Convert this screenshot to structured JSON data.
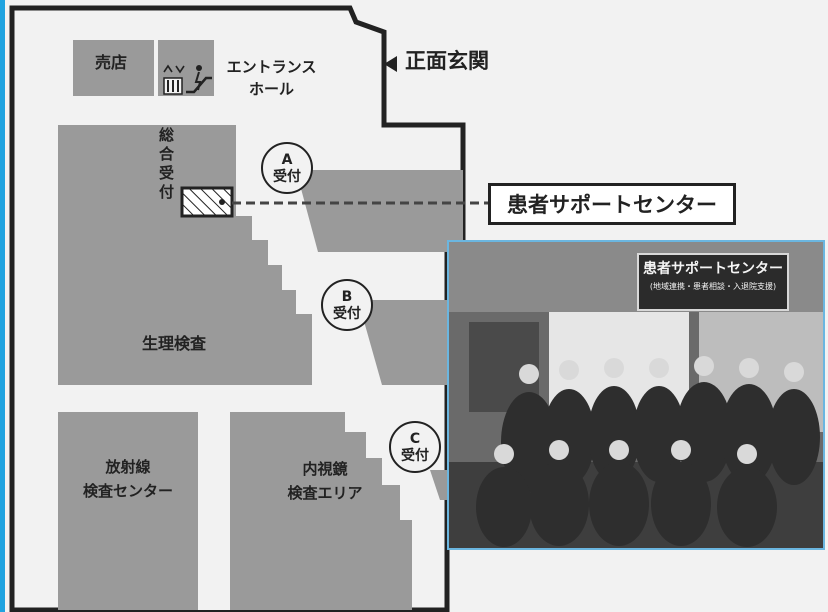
{
  "map": {
    "shop": "売店",
    "entrance_hall": [
      "エントランス",
      "ホール"
    ],
    "main_entrance": "正面玄関",
    "general_reception": [
      "総",
      "合",
      "受",
      "付"
    ],
    "reception_a": {
      "letter": "A",
      "label": "受付"
    },
    "reception_b": {
      "letter": "B",
      "label": "受付"
    },
    "reception_c": {
      "letter": "C",
      "label": "受付"
    },
    "physiology_lab": "生理検査",
    "radiology": [
      "放射線",
      "検査センター"
    ],
    "endoscopy": [
      "内視鏡",
      "検査エリア"
    ],
    "patient_support_center": "患者サポートセンター"
  },
  "photo": {
    "sign_title": "患者サポートセンター",
    "sign_subtitle": "(地域連携・患者相談・入退院支援)"
  },
  "colors": {
    "room_fill": "#9a9a9a",
    "corridor": "#f2f2f2",
    "wall": "#222222",
    "accent_edge": "#1fa3e0",
    "photo_border": "#6bb6e0"
  },
  "icons": [
    "elevator-icon",
    "escalator-icon",
    "entrance-arrow-icon"
  ]
}
